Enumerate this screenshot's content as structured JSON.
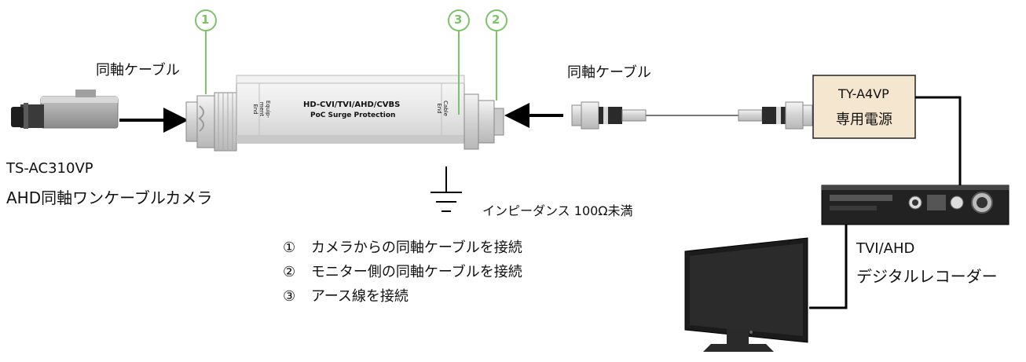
{
  "callouts": {
    "num1": "1",
    "num2": "2",
    "num3": "3",
    "color": "#7dc36a"
  },
  "labels": {
    "coax_left": "同軸ケーブル",
    "coax_right": "同軸ケーブル",
    "camera_model": "TS-AC310VP",
    "camera_name": "AHD同軸ワンケーブルカメラ",
    "impedance": "インピーダンス  100Ω未満",
    "power_model": "TY-A4VP",
    "power_name": "専用電源",
    "recorder_type": "TVI/AHD",
    "recorder_name": "デジタルレコーダー"
  },
  "device": {
    "title": "HD-CVI/TVI/AHD/CVBS",
    "subtitle": "PoC Surge Protection",
    "end_left_line1": "Equip-",
    "end_left_line2": "ment",
    "end_left_line3": "End",
    "end_right_line1": "Cable",
    "end_right_line2": "End"
  },
  "steps": [
    {
      "mark": "①",
      "text": "カメラからの同軸ケーブルを接続"
    },
    {
      "mark": "②",
      "text": "モニター側の同軸ケーブルを接続"
    },
    {
      "mark": "③",
      "text": "アース線を接続"
    }
  ],
  "colors": {
    "device_body": "#e4e4e4",
    "callout_green": "#7dc36a",
    "monitor": "#1b1b1b",
    "recorder": "#1a1a1a"
  }
}
